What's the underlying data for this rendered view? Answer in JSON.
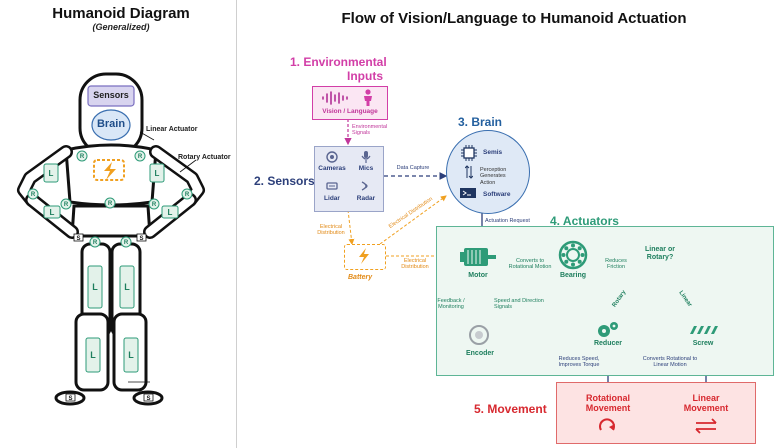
{
  "left_panel": {
    "title": "Humanoid Diagram",
    "subtitle": "(Generalized)",
    "sensors_label": "Sensors",
    "brain_label": "Brain",
    "linear_actuator_label": "Linear Actuator",
    "rotary_actuator_label": "Rotary Actuator",
    "joint_R": "R",
    "joint_L": "L",
    "joint_S": "S"
  },
  "right_panel": {
    "title": "Flow of Vision/Language to Humanoid Actuation",
    "environmental": {
      "heading_line1": "1. Environmental",
      "heading_line2": "Inputs",
      "box_label": "Vision / Language",
      "signals_label": "Environmental Signals"
    },
    "sensors": {
      "heading": "2. Sensors",
      "items": [
        "Cameras",
        "Mics",
        "Lidar",
        "Radar"
      ],
      "data_capture": "Data Capture"
    },
    "brain": {
      "heading": "3. Brain",
      "semis": "Semis",
      "perception": "Perception Generates Action",
      "software": "Software",
      "actuation_request": "Actuation Request"
    },
    "battery": {
      "label": "Battery",
      "electrical_distribution": "Electrical Distribution"
    },
    "actuators": {
      "heading": "4. Actuators",
      "motor": "Motor",
      "converts_rotational": "Converts to Rotational Motion",
      "bearing": "Bearing",
      "reduces_friction": "Reduces Friction",
      "linear_or_rotary": "Linear or Rotary?",
      "rotary": "Rotary",
      "linear": "Linear",
      "reducer": "Reducer",
      "screw": "Screw",
      "encoder": "Encoder",
      "feedback": "Feedback / Monitoring",
      "speed_direction": "Speed and Direction Signals",
      "reduces_speed": "Reduces Speed, Improves Torque",
      "converts_rot_linear": "Converts Rotational to Linear Motion"
    },
    "movement": {
      "heading": "5. Movement",
      "rotational": "Rotational Movement",
      "linear": "Linear Movement"
    }
  },
  "colors": {
    "pink": "#d23ea7",
    "navy": "#2c3f7a",
    "green": "#2e9b78",
    "orange": "#f0a020",
    "red": "#d7282f"
  }
}
